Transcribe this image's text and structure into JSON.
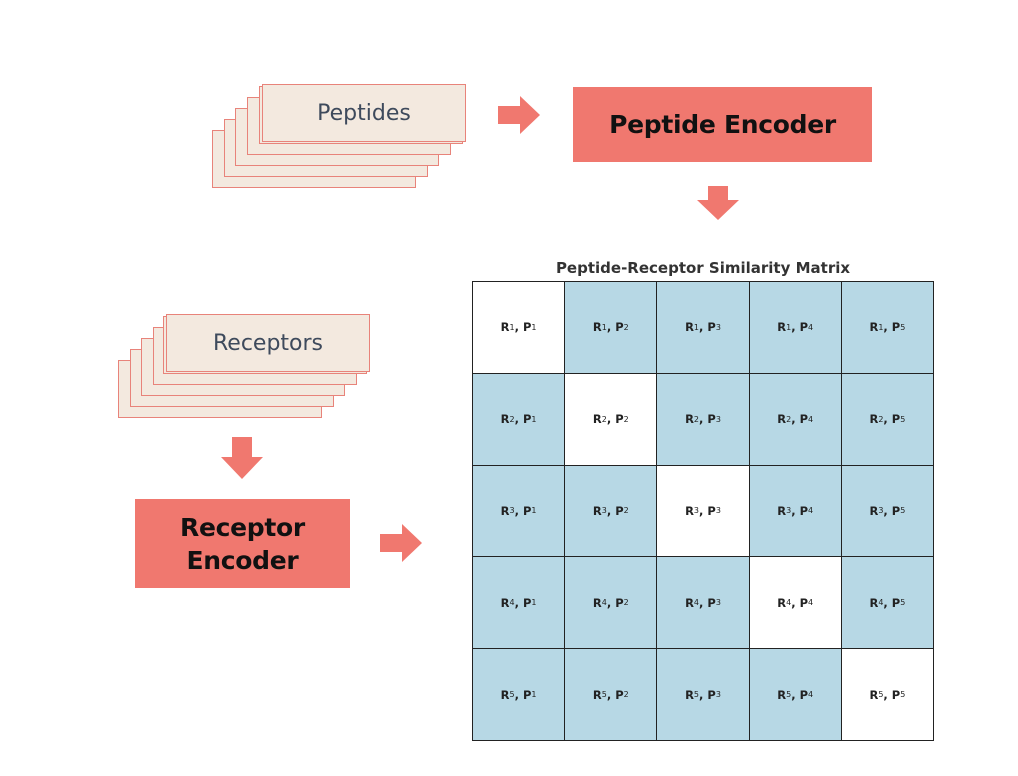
{
  "peptides_label": "Peptides",
  "receptors_label": "Receptors",
  "peptide_encoder": "Peptide Encoder",
  "receptor_encoder": [
    "Receptor",
    "Encoder"
  ],
  "matrix": {
    "title": "Peptide-Receptor Similarity Matrix",
    "rows": [
      "R1",
      "R2",
      "R3",
      "R4",
      "R5"
    ],
    "cols": [
      "P1",
      "P2",
      "P3",
      "P4",
      "P5"
    ],
    "highlight": "diagonal",
    "off_diagonal_color": "#b7d8e5",
    "diagonal_color": "#ffffff"
  },
  "colors": {
    "accent": "#f0786f",
    "card_fill": "#f3e9df",
    "card_border": "#e8837a"
  }
}
